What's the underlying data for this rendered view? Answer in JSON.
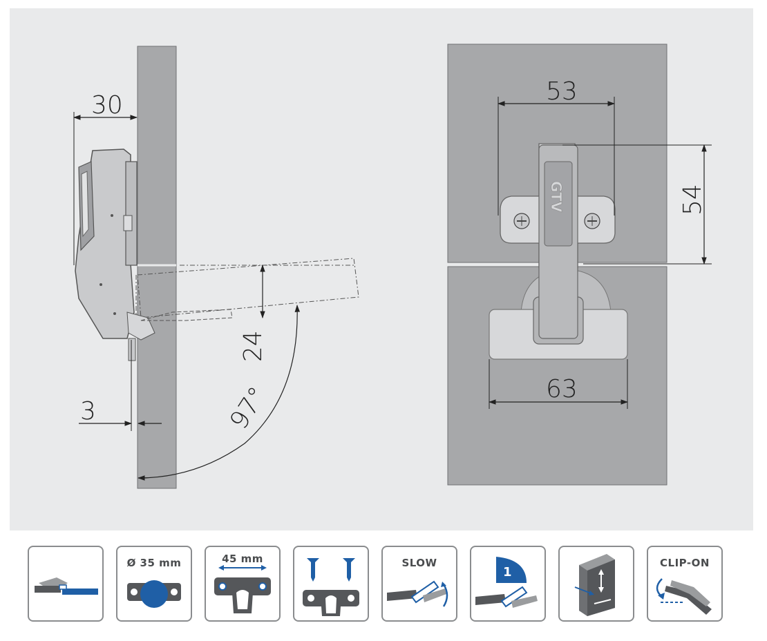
{
  "brand": {
    "hinge_logo": "GTV"
  },
  "dimensions": {
    "cup_offset": "30",
    "door_gap": "3",
    "door_protrusion": "24",
    "opening_angle": "97°",
    "screw_spacing": "53",
    "mount_height": "54",
    "plate_width": "63"
  },
  "features": {
    "cup_diameter": "Ø 35 mm",
    "mount_spacing": "45 mm",
    "soft_close": "SLOW",
    "one_way": "1",
    "clip_on": "CLIP-ON"
  },
  "colors": {
    "panel_background": "#e9eaeb",
    "board_fill": "#a7a8aa",
    "accent_blue": "#1f5fa6",
    "icon_border": "#8a8c8e",
    "icon_gray": "#55575a"
  }
}
